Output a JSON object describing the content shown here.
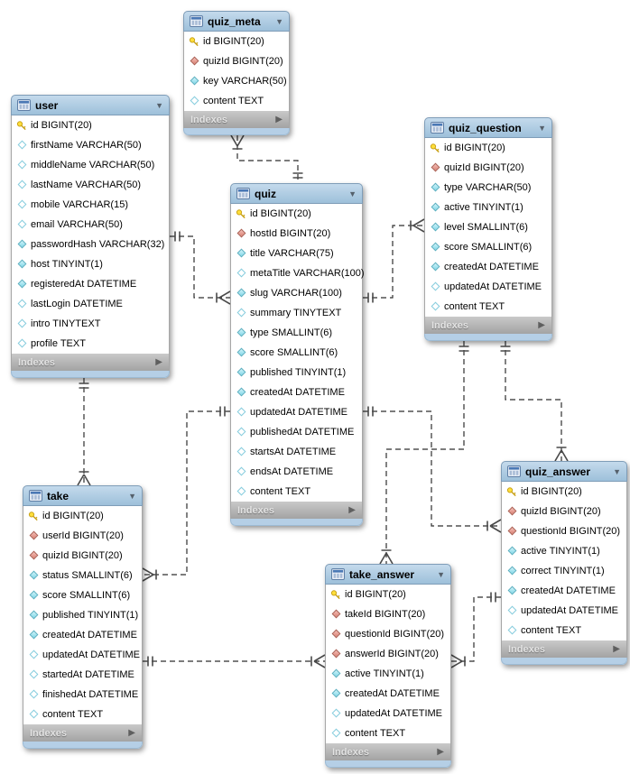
{
  "diagram": {
    "glyphs": {
      "collapse": "▼",
      "expand": "▶"
    },
    "colors": {
      "table_header": "#aecde5",
      "indexes_bar": "#ababab",
      "bottom_strip": "#b5cfe6",
      "primary_key_icon": "#ffdf3a",
      "foreign_key_icon": "#d97f72",
      "not_null_icon": "#7fd7e8",
      "nullable_icon_border": "#85ccdd",
      "relationship_line": "#2e2e2e"
    },
    "tables": [
      {
        "name": "quiz_meta",
        "title": "quiz_meta",
        "footer": "Indexes",
        "columns": [
          {
            "icon": "primary-key",
            "text": "id BIGINT(20)"
          },
          {
            "icon": "foreign-key",
            "text": "quizId BIGINT(20)"
          },
          {
            "icon": "not-null",
            "text": "key VARCHAR(50)"
          },
          {
            "icon": "nullable",
            "text": "content TEXT"
          }
        ]
      },
      {
        "name": "user",
        "title": "user",
        "footer": "Indexes",
        "columns": [
          {
            "icon": "primary-key",
            "text": "id BIGINT(20)"
          },
          {
            "icon": "nullable",
            "text": "firstName VARCHAR(50)"
          },
          {
            "icon": "nullable",
            "text": "middleName VARCHAR(50)"
          },
          {
            "icon": "nullable",
            "text": "lastName VARCHAR(50)"
          },
          {
            "icon": "nullable",
            "text": "mobile VARCHAR(15)"
          },
          {
            "icon": "nullable",
            "text": "email VARCHAR(50)"
          },
          {
            "icon": "not-null",
            "text": "passwordHash VARCHAR(32)"
          },
          {
            "icon": "not-null",
            "text": "host TINYINT(1)"
          },
          {
            "icon": "not-null",
            "text": "registeredAt DATETIME"
          },
          {
            "icon": "nullable",
            "text": "lastLogin DATETIME"
          },
          {
            "icon": "nullable",
            "text": "intro TINYTEXT"
          },
          {
            "icon": "nullable",
            "text": "profile TEXT"
          }
        ]
      },
      {
        "name": "quiz",
        "title": "quiz",
        "footer": "Indexes",
        "columns": [
          {
            "icon": "primary-key",
            "text": "id BIGINT(20)"
          },
          {
            "icon": "foreign-key",
            "text": "hostId BIGINT(20)"
          },
          {
            "icon": "not-null",
            "text": "title VARCHAR(75)"
          },
          {
            "icon": "nullable",
            "text": "metaTitle VARCHAR(100)"
          },
          {
            "icon": "not-null",
            "text": "slug VARCHAR(100)"
          },
          {
            "icon": "nullable",
            "text": "summary TINYTEXT"
          },
          {
            "icon": "not-null",
            "text": "type SMALLINT(6)"
          },
          {
            "icon": "not-null",
            "text": "score SMALLINT(6)"
          },
          {
            "icon": "not-null",
            "text": "published TINYINT(1)"
          },
          {
            "icon": "not-null",
            "text": "createdAt DATETIME"
          },
          {
            "icon": "nullable",
            "text": "updatedAt DATETIME"
          },
          {
            "icon": "nullable",
            "text": "publishedAt DATETIME"
          },
          {
            "icon": "nullable",
            "text": "startsAt DATETIME"
          },
          {
            "icon": "nullable",
            "text": "endsAt DATETIME"
          },
          {
            "icon": "nullable",
            "text": "content TEXT"
          }
        ]
      },
      {
        "name": "quiz_question",
        "title": "quiz_question",
        "footer": "Indexes",
        "columns": [
          {
            "icon": "primary-key",
            "text": "id BIGINT(20)"
          },
          {
            "icon": "foreign-key",
            "text": "quizId BIGINT(20)"
          },
          {
            "icon": "not-null",
            "text": "type VARCHAR(50)"
          },
          {
            "icon": "not-null",
            "text": "active TINYINT(1)"
          },
          {
            "icon": "not-null",
            "text": "level SMALLINT(6)"
          },
          {
            "icon": "not-null",
            "text": "score SMALLINT(6)"
          },
          {
            "icon": "not-null",
            "text": "createdAt DATETIME"
          },
          {
            "icon": "nullable",
            "text": "updatedAt DATETIME"
          },
          {
            "icon": "nullable",
            "text": "content TEXT"
          }
        ]
      },
      {
        "name": "quiz_answer",
        "title": "quiz_answer",
        "footer": "Indexes",
        "columns": [
          {
            "icon": "primary-key",
            "text": "id BIGINT(20)"
          },
          {
            "icon": "foreign-key",
            "text": "quizId BIGINT(20)"
          },
          {
            "icon": "foreign-key",
            "text": "questionId BIGINT(20)"
          },
          {
            "icon": "not-null",
            "text": "active TINYINT(1)"
          },
          {
            "icon": "not-null",
            "text": "correct TINYINT(1)"
          },
          {
            "icon": "not-null",
            "text": "createdAt DATETIME"
          },
          {
            "icon": "nullable",
            "text": "updatedAt DATETIME"
          },
          {
            "icon": "nullable",
            "text": "content TEXT"
          }
        ]
      },
      {
        "name": "take",
        "title": "take",
        "footer": "Indexes",
        "columns": [
          {
            "icon": "primary-key",
            "text": "id BIGINT(20)"
          },
          {
            "icon": "foreign-key",
            "text": "userId BIGINT(20)"
          },
          {
            "icon": "foreign-key",
            "text": "quizId BIGINT(20)"
          },
          {
            "icon": "not-null",
            "text": "status SMALLINT(6)"
          },
          {
            "icon": "not-null",
            "text": "score SMALLINT(6)"
          },
          {
            "icon": "not-null",
            "text": "published TINYINT(1)"
          },
          {
            "icon": "not-null",
            "text": "createdAt DATETIME"
          },
          {
            "icon": "nullable",
            "text": "updatedAt DATETIME"
          },
          {
            "icon": "nullable",
            "text": "startedAt DATETIME"
          },
          {
            "icon": "nullable",
            "text": "finishedAt DATETIME"
          },
          {
            "icon": "nullable",
            "text": "content TEXT"
          }
        ]
      },
      {
        "name": "take_answer",
        "title": "take_answer",
        "footer": "Indexes",
        "columns": [
          {
            "icon": "primary-key",
            "text": "id BIGINT(20)"
          },
          {
            "icon": "foreign-key",
            "text": "takeId BIGINT(20)"
          },
          {
            "icon": "foreign-key",
            "text": "questionId BIGINT(20)"
          },
          {
            "icon": "foreign-key",
            "text": "answerId BIGINT(20)"
          },
          {
            "icon": "not-null",
            "text": "active TINYINT(1)"
          },
          {
            "icon": "not-null",
            "text": "createdAt DATETIME"
          },
          {
            "icon": "nullable",
            "text": "updatedAt DATETIME"
          },
          {
            "icon": "nullable",
            "text": "content TEXT"
          }
        ]
      }
    ],
    "relationships": [
      {
        "many": "quiz_meta",
        "one": "quiz"
      },
      {
        "many": "quiz",
        "one": "user"
      },
      {
        "many": "quiz_question",
        "one": "quiz"
      },
      {
        "many": "quiz_answer",
        "one": "quiz"
      },
      {
        "many": "take",
        "one": "quiz"
      },
      {
        "many": "take",
        "one": "user"
      },
      {
        "many": "quiz_answer",
        "one": "quiz_question"
      },
      {
        "many": "take_answer",
        "one": "quiz_question"
      },
      {
        "many": "take_answer",
        "one": "take"
      },
      {
        "many": "take_answer",
        "one": "quiz_answer"
      }
    ]
  }
}
